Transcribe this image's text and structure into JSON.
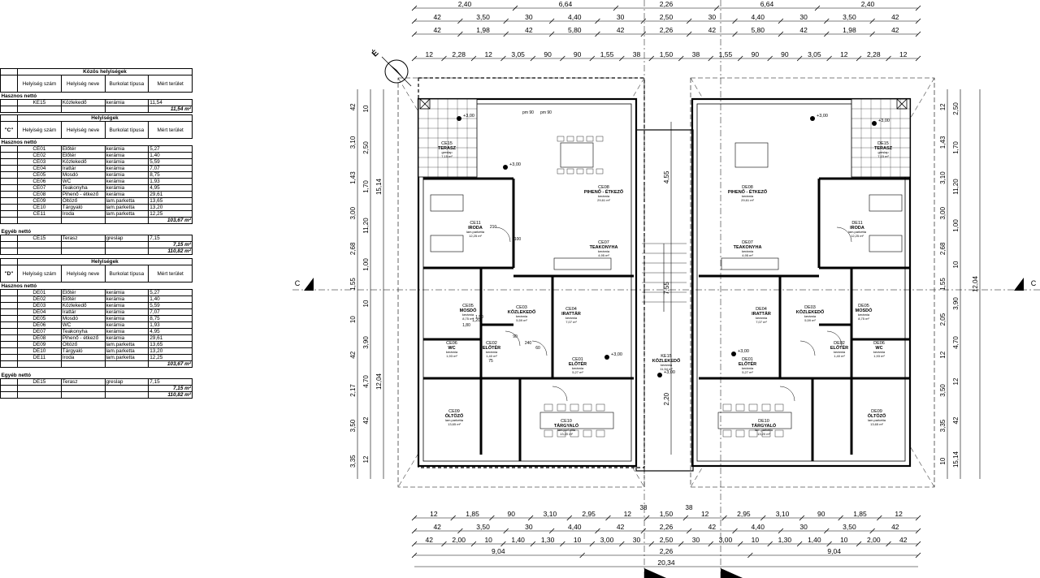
{
  "tables": {
    "common": {
      "title": "Közös helyiségek",
      "headers": [
        "",
        "Helyiség szám",
        "Helyiség neve",
        "Burkolat típusa",
        "Mért terület"
      ],
      "section": "Hasznos nettó",
      "rows": [
        [
          "KE15",
          "Közlekedő",
          "kerámia",
          "11,54"
        ]
      ],
      "sum": "11,54 m²"
    },
    "c": {
      "title": "Helyiségek",
      "label": "\"C\"",
      "headers": [
        "Helyiség szám",
        "Helyiség neve",
        "Burkolat típusa",
        "Mért terület"
      ],
      "section": "Hasznos nettó",
      "rows": [
        [
          "CE01",
          "Előtér",
          "kerámia",
          "5,27"
        ],
        [
          "CE02",
          "Előtér",
          "kerámia",
          "1,40"
        ],
        [
          "CE03",
          "Közlekedő",
          "kerámia",
          "5,59"
        ],
        [
          "CE04",
          "Irattár",
          "kerámia",
          "7,07"
        ],
        [
          "CE05",
          "Mosdó",
          "kerámia",
          "8,75"
        ],
        [
          "CE06",
          "WC",
          "kerámia",
          "1,93"
        ],
        [
          "CE07",
          "Teakonyha",
          "kerámia",
          "4,95"
        ],
        [
          "CE08",
          "Pihenő - étkező",
          "kerámia",
          "29,61"
        ],
        [
          "CE09",
          "Öltöző",
          "lam.parketta",
          "13,65"
        ],
        [
          "CE10",
          "Tárgyaló",
          "lam.parketta",
          "13,20"
        ],
        [
          "CE11",
          "Iroda",
          "lam.parketta",
          "12,25"
        ]
      ],
      "sum": "103,67 m²",
      "other_section": "Egyéb nettó",
      "other_rows": [
        [
          "CE15",
          "Terasz",
          "greslap",
          "7,15"
        ]
      ],
      "other_sum": "7,15 m²",
      "total": "110,82 m²"
    },
    "d": {
      "title": "Helyiségek",
      "label": "\"D\"",
      "headers": [
        "Helyiség szám",
        "Helyiség neve",
        "Burkolat típusa",
        "Mért terület"
      ],
      "section": "Hasznos nettó",
      "rows": [
        [
          "DE01",
          "Előtér",
          "kerámia",
          "5,27"
        ],
        [
          "DE02",
          "Előtér",
          "kerámia",
          "1,40"
        ],
        [
          "DE03",
          "Közlekedő",
          "kerámia",
          "5,59"
        ],
        [
          "DE04",
          "Irattár",
          "kerámia",
          "7,07"
        ],
        [
          "DE05",
          "Mosdó",
          "kerámia",
          "8,75"
        ],
        [
          "DE06",
          "WC",
          "kerámia",
          "1,93"
        ],
        [
          "DE07",
          "Teakonyha",
          "kerámia",
          "4,95"
        ],
        [
          "DE08",
          "Pihenő - étkező",
          "kerámia",
          "29,61"
        ],
        [
          "DE09",
          "Öltöző",
          "lam.parketta",
          "13,65"
        ],
        [
          "DE10",
          "Tárgyaló",
          "lam.parketta",
          "13,20"
        ],
        [
          "DE11",
          "Iroda",
          "lam.parketta",
          "12,25"
        ]
      ],
      "sum": "103,67 m²",
      "other_section": "Egyéb nettó",
      "other_rows": [
        [
          "DE15",
          "Terasz",
          "greslap",
          "7,15"
        ]
      ],
      "other_sum": "7,15 m²",
      "total": "110,82 m²"
    }
  },
  "plan": {
    "north": "É",
    "section_mark": "C",
    "top_dims": {
      "row1": [
        "2,40",
        "6,64",
        "2,26",
        "6,64",
        "2,40"
      ],
      "row2": [
        "42",
        "3,50",
        "30",
        "4,40",
        "30",
        "2,50",
        "30",
        "4,40",
        "30",
        "3,50",
        "42"
      ],
      "row3": [
        "42",
        "1,98",
        "42",
        "5,80",
        "42",
        "2,26",
        "42",
        "5,80",
        "42",
        "1,98",
        "42"
      ],
      "row4": [
        "12",
        "2,28",
        "12",
        "3,05",
        "90",
        "90",
        "1,55",
        "38",
        "1,50",
        "38",
        "1,55",
        "90",
        "90",
        "3,05",
        "12",
        "2,28",
        "12"
      ]
    },
    "bottom_dims": {
      "row1": [
        "12",
        "1,85",
        "90",
        "3,10",
        "2,95",
        "12",
        "1,50",
        "12",
        "2,95",
        "3,10",
        "90",
        "1,85",
        "12"
      ],
      "row2": [
        "42",
        "3,50",
        "30",
        "4,40",
        "42",
        "2,26",
        "42",
        "4,40",
        "30",
        "3,50",
        "42"
      ],
      "row3": [
        "42",
        "2,00",
        "10",
        "1,40",
        "1,30",
        "10",
        "3,00",
        "30",
        "2,50",
        "30",
        "3,00",
        "10",
        "1,30",
        "1,40",
        "10",
        "2,00",
        "42"
      ],
      "row4": [
        "9,04",
        "2,26",
        "9,04"
      ],
      "total": "20,34",
      "ticks": [
        "38",
        "38"
      ]
    },
    "left_dims": [
      "42",
      "3,10",
      "1,43",
      "3,00",
      "2,68",
      "1,55",
      "10",
      "42",
      "2,17",
      "3,50",
      "3,35",
      "10",
      "2,50",
      "1,70",
      "11,20",
      "1,00",
      "10",
      "3,90",
      "4,70",
      "42",
      "12",
      "15,14",
      "12,04"
    ],
    "right_dims": [
      "12",
      "1,43",
      "3,10",
      "3,00",
      "2,68",
      "1,55",
      "2,05",
      "12",
      "3,50",
      "3,35",
      "10",
      "2,50",
      "1,70",
      "11,20",
      "1,00",
      "10",
      "3,90",
      "4,70",
      "12",
      "42",
      "15,14",
      "12,04"
    ],
    "center_dims": [
      "4,55",
      "7,55",
      "2,20",
      "42",
      "42",
      "12",
      "12"
    ],
    "level": "+3,00",
    "rooms_c": [
      {
        "id": "CE15",
        "name": "TERASZ",
        "floor": "greslap",
        "area": "7,15 m²"
      },
      {
        "id": "CE08",
        "name": "PIHENŐ - ÉTKEZŐ",
        "floor": "kerámia",
        "area": "29,61 m²"
      },
      {
        "id": "CE11",
        "name": "IRODA",
        "floor": "lam.parketta",
        "area": "12,25 m²"
      },
      {
        "id": "CE07",
        "name": "TEAKONYHA",
        "floor": "kerámia",
        "area": "4,95 m²"
      },
      {
        "id": "CE05",
        "name": "MOSDÓ",
        "floor": "kerámia",
        "area": "8,75 m²"
      },
      {
        "id": "CE03",
        "name": "KÖZLEKEDŐ",
        "floor": "kerámia",
        "area": "5,59 m²"
      },
      {
        "id": "CE04",
        "name": "IRATTÁR",
        "floor": "kerámia",
        "area": "7,07 m²"
      },
      {
        "id": "CE06",
        "name": "WC",
        "floor": "kerámia",
        "area": "1,93 m²"
      },
      {
        "id": "CE02",
        "name": "ELŐTÉR",
        "floor": "kerámia",
        "area": "1,40 m²"
      },
      {
        "id": "CE01",
        "name": "ELŐTÉR",
        "floor": "kerámia",
        "area": "5,27 m²"
      },
      {
        "id": "CE09",
        "name": "ÖLTÖZŐ",
        "floor": "lam.parketta",
        "area": "13,65 m²"
      },
      {
        "id": "CE10",
        "name": "TÁRGYALÓ",
        "floor": "lam.parketta",
        "area": "13,20 m²"
      }
    ],
    "rooms_d": [
      {
        "id": "DE15",
        "name": "TERASZ",
        "floor": "greslap",
        "area": "7,15 m²"
      },
      {
        "id": "DE08",
        "name": "PIHENŐ - ÉTKEZŐ",
        "floor": "kerámia",
        "area": "29,61 m²"
      },
      {
        "id": "DE11",
        "name": "IRODA",
        "floor": "lam.parketta",
        "area": "12,25 m²"
      },
      {
        "id": "DE07",
        "name": "TEAKONYHA",
        "floor": "kerámia",
        "area": "4,95 m²"
      },
      {
        "id": "DE05",
        "name": "MOSDÓ",
        "floor": "kerámia",
        "area": "8,75 m²"
      },
      {
        "id": "DE03",
        "name": "KÖZLEKEDŐ",
        "floor": "kerámia",
        "area": "5,59 m²"
      },
      {
        "id": "DE04",
        "name": "IRATTÁR",
        "floor": "kerámia",
        "area": "7,07 m²"
      },
      {
        "id": "DE06",
        "name": "WC",
        "floor": "kerámia",
        "area": "1,93 m²"
      },
      {
        "id": "DE02",
        "name": "ELŐTÉR",
        "floor": "kerámia",
        "area": "1,40 m²"
      },
      {
        "id": "DE01",
        "name": "ELŐTÉR",
        "floor": "kerámia",
        "area": "5,27 m²"
      },
      {
        "id": "DE09",
        "name": "ÖLTÖZŐ",
        "floor": "lam.parketta",
        "area": "13,65 m²"
      },
      {
        "id": "DE10",
        "name": "TÁRGYALÓ",
        "floor": "lam.parketta",
        "area": "13,20 m²"
      }
    ],
    "corridor": {
      "id": "KE15",
      "name": "KÖZLEKEDŐ",
      "floor": "kerámia",
      "area": "11,54 m²"
    },
    "door_labels": [
      "pm 90",
      "pm 90",
      "210",
      "100",
      "90",
      "240",
      "75",
      "60",
      "1,20",
      "1,80",
      "1,50"
    ]
  }
}
